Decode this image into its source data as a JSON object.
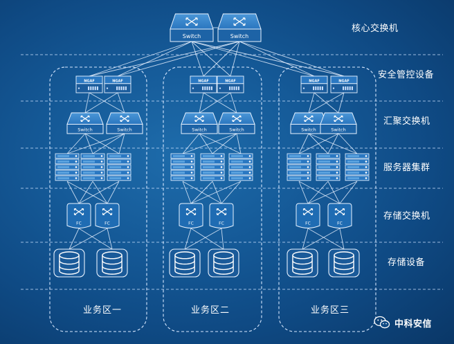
{
  "layers": {
    "core": "核心交换机",
    "security": "安全管控设备",
    "aggregation": "汇聚交换机",
    "servers": "服务器集群",
    "storage_switch": "存储交换机",
    "storage": "存储设备"
  },
  "zones": [
    "业务区一",
    "业务区二",
    "业务区三"
  ],
  "device_labels": {
    "switch": "Switch",
    "firewall": "NGAF",
    "fc": "FC"
  },
  "watermark": "中科安信",
  "icons": [
    "switch-icon",
    "firewall-icon",
    "server-rack-icon",
    "fc-switch-icon",
    "database-icon",
    "wechat-icon"
  ],
  "colors": {
    "background": "#1459a0",
    "device_fill": "#1f6fb6",
    "line": "#e6f0ff"
  }
}
